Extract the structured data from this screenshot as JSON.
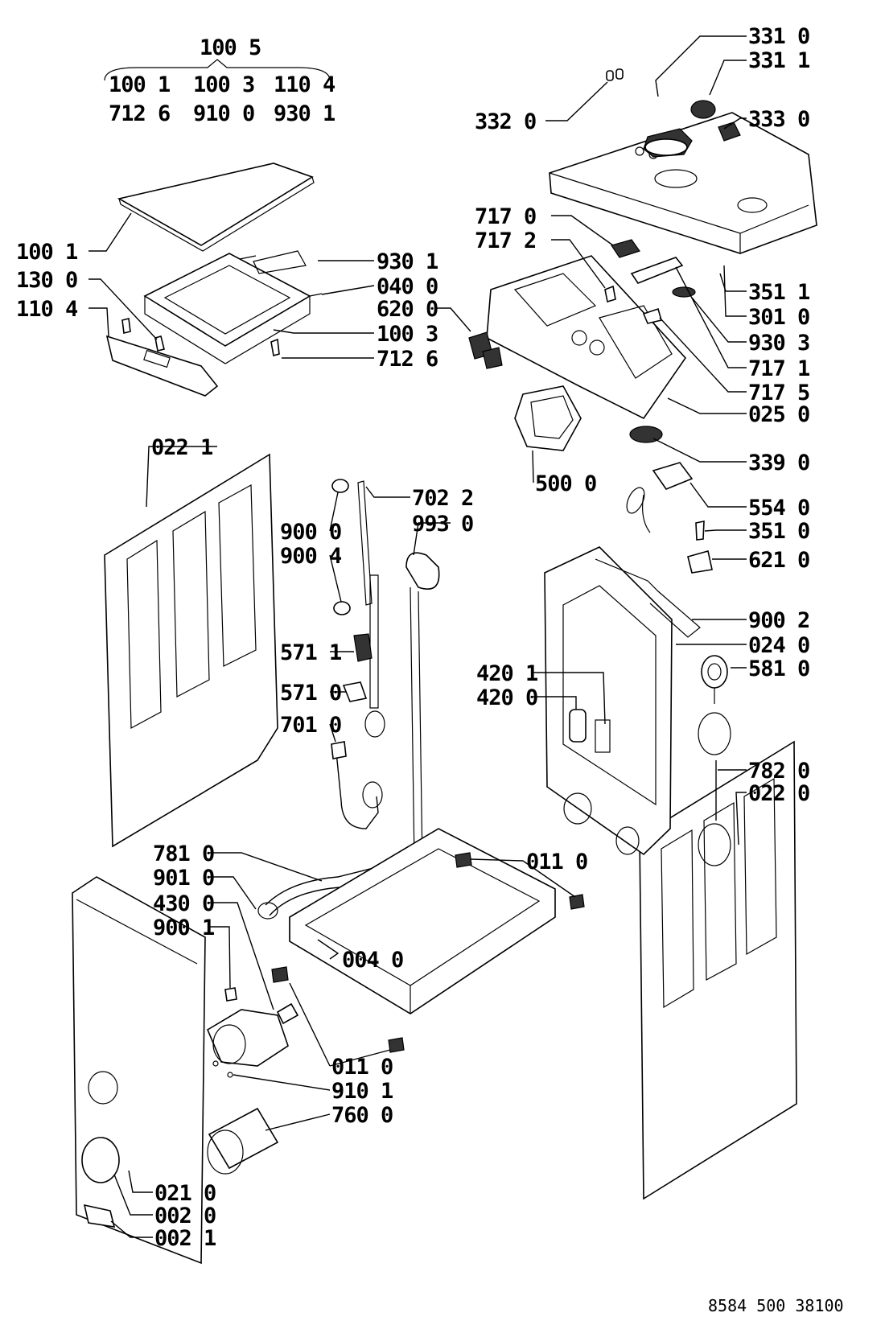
{
  "diagram": {
    "type": "exploded-parts-diagram",
    "document_number": "8584 500 38100",
    "header_group": {
      "main": "100 5",
      "row1": [
        "100 1",
        "100 3",
        "110 4"
      ],
      "row2": [
        "712 6",
        "910 0",
        "930 1"
      ]
    },
    "labels": [
      {
        "id": "l3310",
        "text": "331 0"
      },
      {
        "id": "l3311",
        "text": "331 1"
      },
      {
        "id": "l3320",
        "text": "332 0"
      },
      {
        "id": "l3330",
        "text": "333 0"
      },
      {
        "id": "l1001",
        "text": "100 1"
      },
      {
        "id": "l9301",
        "text": "930 1"
      },
      {
        "id": "l1300",
        "text": "130 0"
      },
      {
        "id": "l0400",
        "text": "040 0"
      },
      {
        "id": "l1104",
        "text": "110 4"
      },
      {
        "id": "l6200",
        "text": "620 0"
      },
      {
        "id": "l1003",
        "text": "100 3"
      },
      {
        "id": "l7126",
        "text": "712 6"
      },
      {
        "id": "l7170",
        "text": "717 0"
      },
      {
        "id": "l7172",
        "text": "717 2"
      },
      {
        "id": "l3511",
        "text": "351 1"
      },
      {
        "id": "l3010",
        "text": "301 0"
      },
      {
        "id": "l9303",
        "text": "930 3"
      },
      {
        "id": "l7171",
        "text": "717 1"
      },
      {
        "id": "l7175",
        "text": "717 5"
      },
      {
        "id": "l0250",
        "text": "025 0"
      },
      {
        "id": "l0221",
        "text": "022 1"
      },
      {
        "id": "l3390",
        "text": "339 0"
      },
      {
        "id": "l5000",
        "text": "500 0"
      },
      {
        "id": "l7022",
        "text": "702 2"
      },
      {
        "id": "l5540",
        "text": "554 0"
      },
      {
        "id": "l9930",
        "text": "993 0"
      },
      {
        "id": "l9000",
        "text": "900 0"
      },
      {
        "id": "l3510",
        "text": "351 0"
      },
      {
        "id": "l9004",
        "text": "900 4"
      },
      {
        "id": "l6210",
        "text": "621 0"
      },
      {
        "id": "l9002",
        "text": "900 2"
      },
      {
        "id": "l0240",
        "text": "024 0"
      },
      {
        "id": "l5711",
        "text": "571 1"
      },
      {
        "id": "l5810",
        "text": "581 0"
      },
      {
        "id": "l4201",
        "text": "420 1"
      },
      {
        "id": "l4200",
        "text": "420 0"
      },
      {
        "id": "l5710",
        "text": "571 0"
      },
      {
        "id": "l7010",
        "text": "701 0"
      },
      {
        "id": "l7820",
        "text": "782 0"
      },
      {
        "id": "l0220",
        "text": "022 0"
      },
      {
        "id": "l7810",
        "text": "781 0"
      },
      {
        "id": "l0110a",
        "text": "011 0"
      },
      {
        "id": "l9010",
        "text": "901 0"
      },
      {
        "id": "l4300",
        "text": "430 0"
      },
      {
        "id": "l9001",
        "text": "900 1"
      },
      {
        "id": "l0040",
        "text": "004 0"
      },
      {
        "id": "l0110b",
        "text": "011 0"
      },
      {
        "id": "l9101",
        "text": "910 1"
      },
      {
        "id": "l7600",
        "text": "760 0"
      },
      {
        "id": "l0210",
        "text": "021 0"
      },
      {
        "id": "l0020",
        "text": "002 0"
      },
      {
        "id": "l0021",
        "text": "002 1"
      }
    ]
  }
}
